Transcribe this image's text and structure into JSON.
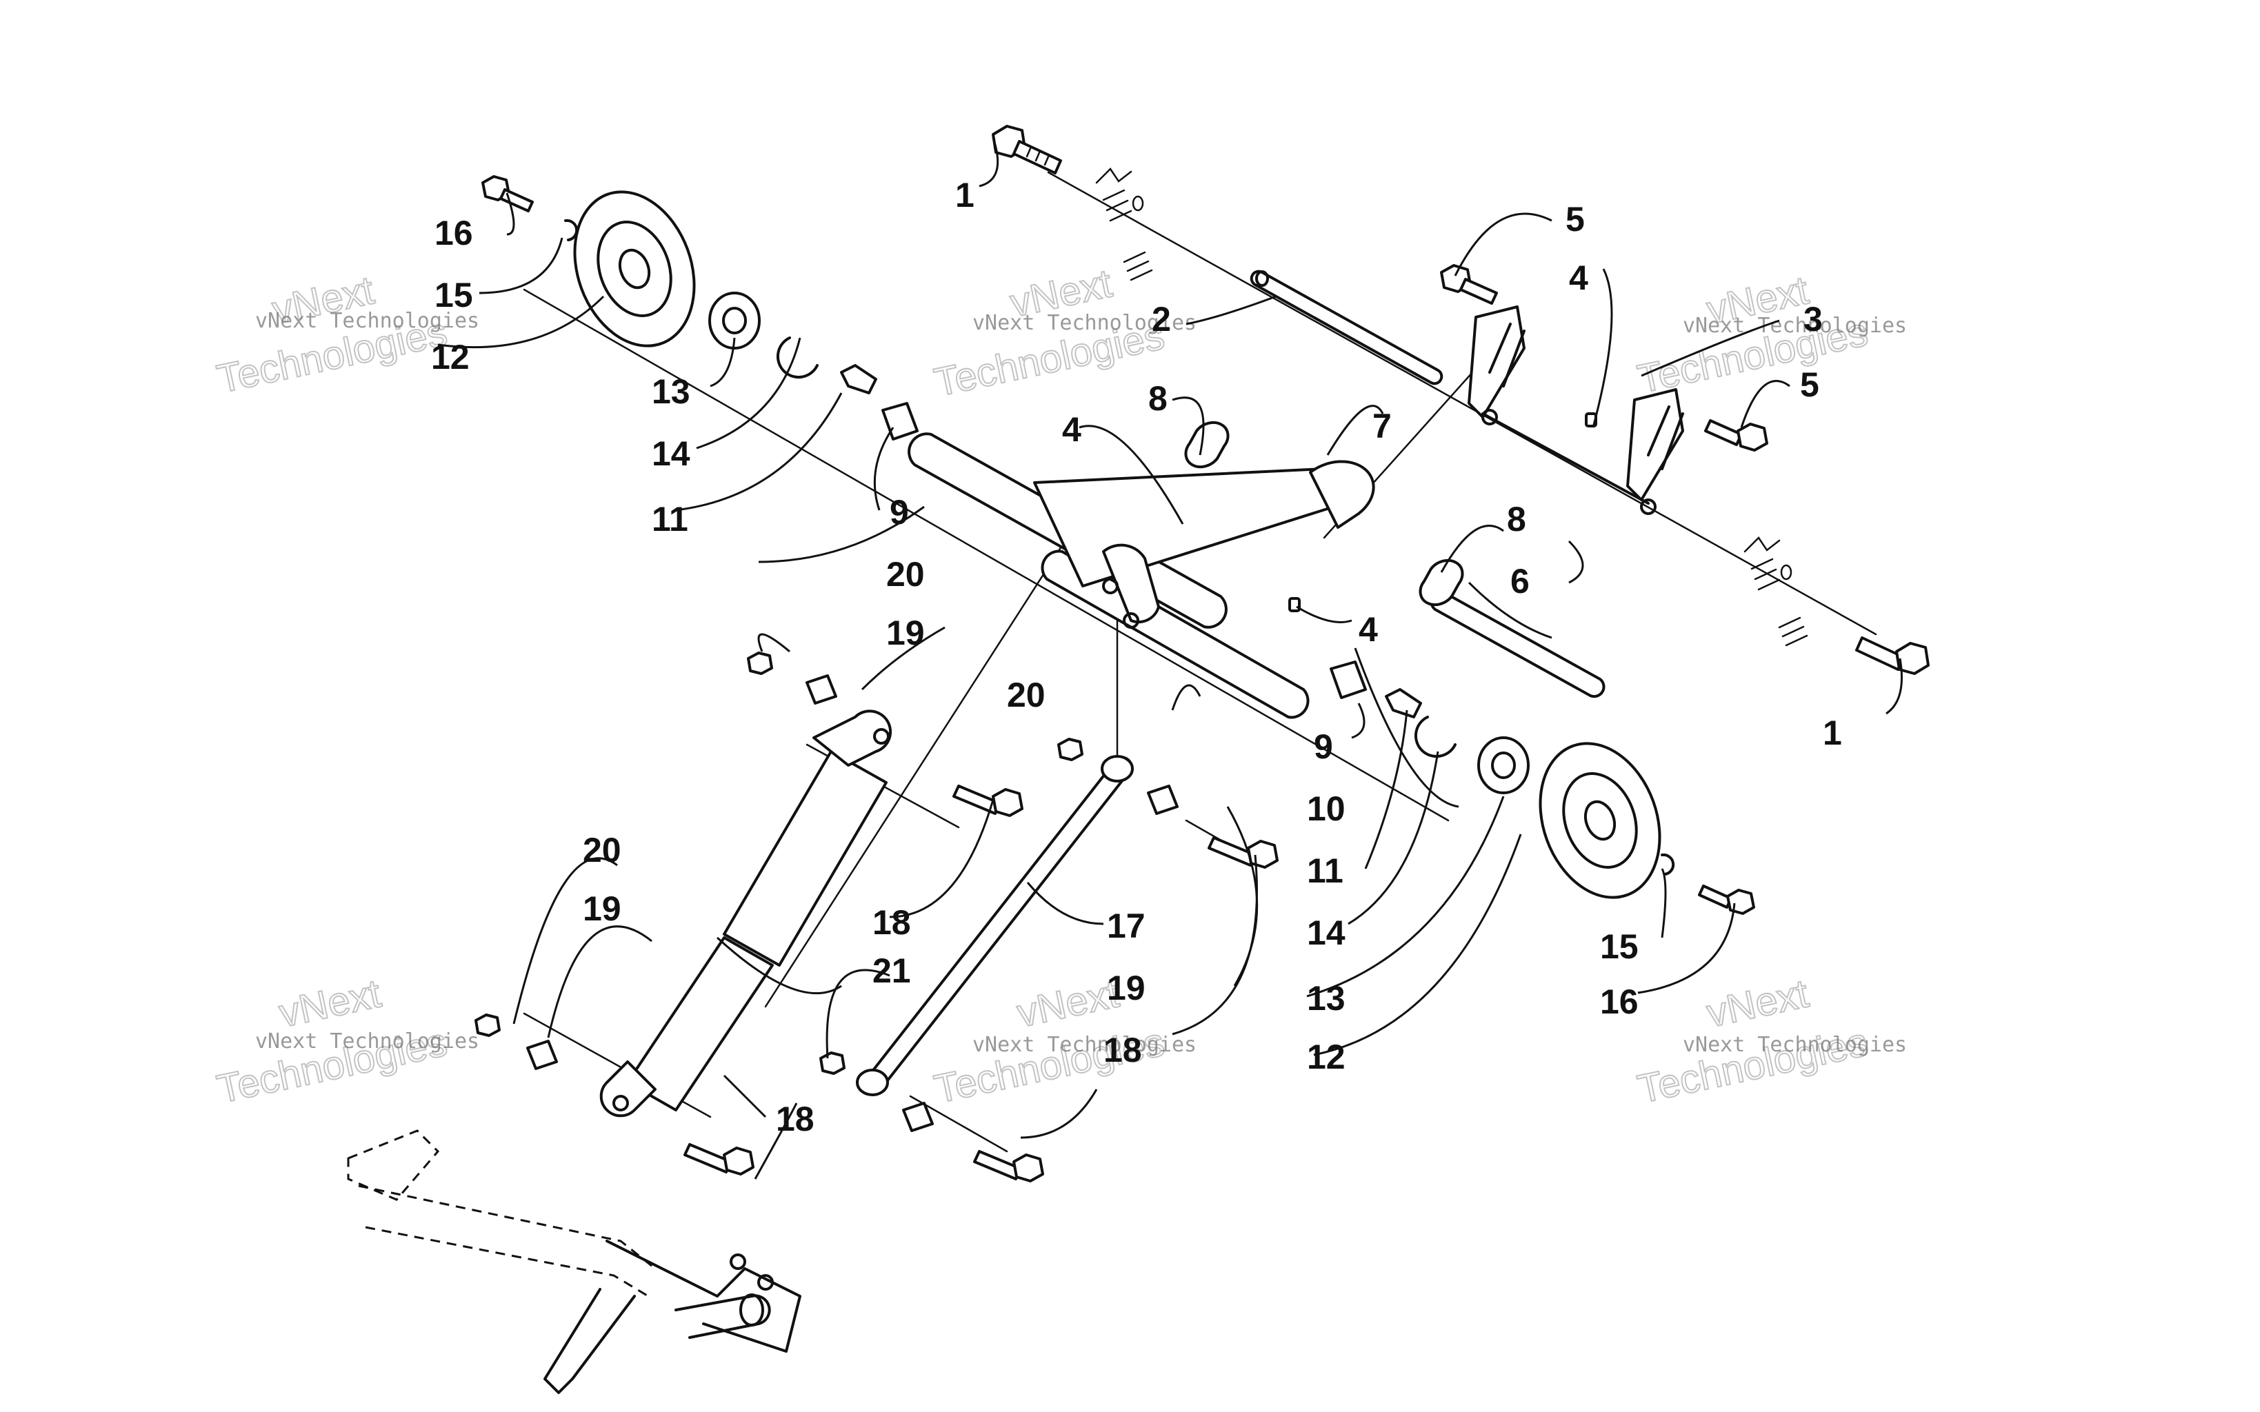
{
  "diagram": {
    "type": "exploded-parts-view",
    "callouts": [
      {
        "id": "c1a",
        "label": "1"
      },
      {
        "id": "c1b",
        "label": "1"
      },
      {
        "id": "c2",
        "label": "2"
      },
      {
        "id": "c3",
        "label": "3"
      },
      {
        "id": "c4a",
        "label": "4"
      },
      {
        "id": "c4b",
        "label": "4"
      },
      {
        "id": "c4c",
        "label": "4"
      },
      {
        "id": "c5a",
        "label": "5"
      },
      {
        "id": "c5b",
        "label": "5"
      },
      {
        "id": "c6",
        "label": "6"
      },
      {
        "id": "c7",
        "label": "7"
      },
      {
        "id": "c8a",
        "label": "8"
      },
      {
        "id": "c8b",
        "label": "8"
      },
      {
        "id": "c9a",
        "label": "9"
      },
      {
        "id": "c9b",
        "label": "9"
      },
      {
        "id": "c10",
        "label": "10"
      },
      {
        "id": "c11a",
        "label": "11"
      },
      {
        "id": "c11b",
        "label": "11"
      },
      {
        "id": "c12a",
        "label": "12"
      },
      {
        "id": "c12b",
        "label": "12"
      },
      {
        "id": "c13a",
        "label": "13"
      },
      {
        "id": "c13b",
        "label": "13"
      },
      {
        "id": "c14a",
        "label": "14"
      },
      {
        "id": "c14b",
        "label": "14"
      },
      {
        "id": "c15a",
        "label": "15"
      },
      {
        "id": "c15b",
        "label": "15"
      },
      {
        "id": "c16a",
        "label": "16"
      },
      {
        "id": "c16b",
        "label": "16"
      },
      {
        "id": "c17",
        "label": "17"
      },
      {
        "id": "c18a",
        "label": "18"
      },
      {
        "id": "c18b",
        "label": "18"
      },
      {
        "id": "c18c",
        "label": "18"
      },
      {
        "id": "c19a",
        "label": "19"
      },
      {
        "id": "c19b",
        "label": "19"
      },
      {
        "id": "c19c",
        "label": "19"
      },
      {
        "id": "c20a",
        "label": "20"
      },
      {
        "id": "c20b",
        "label": "20"
      },
      {
        "id": "c20c",
        "label": "20"
      },
      {
        "id": "c21",
        "label": "21"
      }
    ],
    "watermarks": {
      "small": "vNext Technologies",
      "brand_top": "vNext",
      "brand_bottom": "Technologies"
    }
  }
}
